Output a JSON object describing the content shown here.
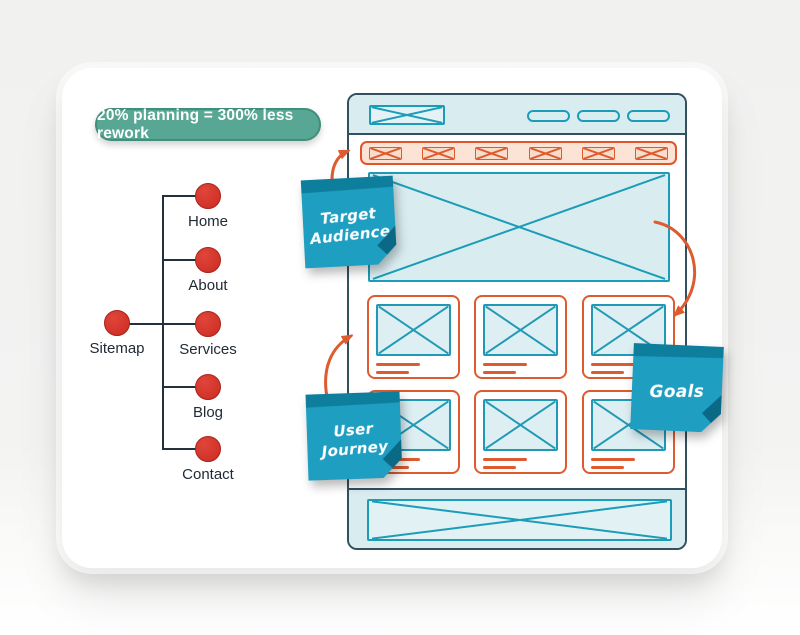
{
  "badge": {
    "label": "20% planning = 300% less rework",
    "bg_color": "#58a794"
  },
  "sitemap": {
    "root_label": "Sitemap",
    "children": [
      {
        "label": "Home"
      },
      {
        "label": "About"
      },
      {
        "label": "Services"
      },
      {
        "label": "Blog"
      },
      {
        "label": "Contact"
      }
    ],
    "node_color": "#cb2b22",
    "line_color": "#24313d"
  },
  "sticky_notes": {
    "target_audience": {
      "line1": "Target",
      "line2": "Audience"
    },
    "user_journey": {
      "line1": "User",
      "line2": "Journey"
    },
    "goals": {
      "label": "Goals"
    },
    "note_color": "#1e9ec0"
  },
  "wireframe": {
    "header_pill_count": 3,
    "nav_item_count": 6,
    "content_card_count": 6,
    "frame_color": "#33505e",
    "teal_color": "#1b9cb8",
    "cyan_fill": "#d9edf1",
    "orange_color": "#dd5b2e"
  }
}
